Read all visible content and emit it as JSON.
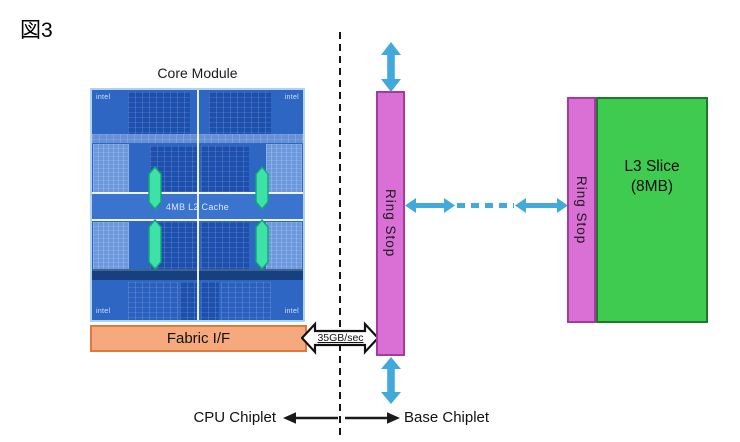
{
  "figure_label": "図3",
  "core_module": {
    "title": "Core Module",
    "die": {
      "logo": "intel",
      "l2_cache_label": "4MB L2 Cache"
    },
    "fabric_label": "Fabric I/F"
  },
  "interconnect": {
    "bandwidth_label": "35GB/sec"
  },
  "base_chiplet": {
    "ring_stop_left_label": "Ring Stop",
    "ring_stop_right_label": "Ring Stop",
    "l3_slice_line1": "L3 Slice",
    "l3_slice_line2": "(8MB)"
  },
  "footer": {
    "left_label": "CPU Chiplet",
    "right_label": "Base Chiplet"
  },
  "colors": {
    "arrow-blue": "#41A9DC",
    "ring-stop-fill": "#DA70D6",
    "ring-stop-border": "#A63AA2",
    "l3-fill": "#3FCB4F",
    "l3-border": "#1E7A2A",
    "fabric-fill": "#F5A97D",
    "fabric-border": "#E0793C",
    "die-arrow-green": "#3FE2A6"
  }
}
